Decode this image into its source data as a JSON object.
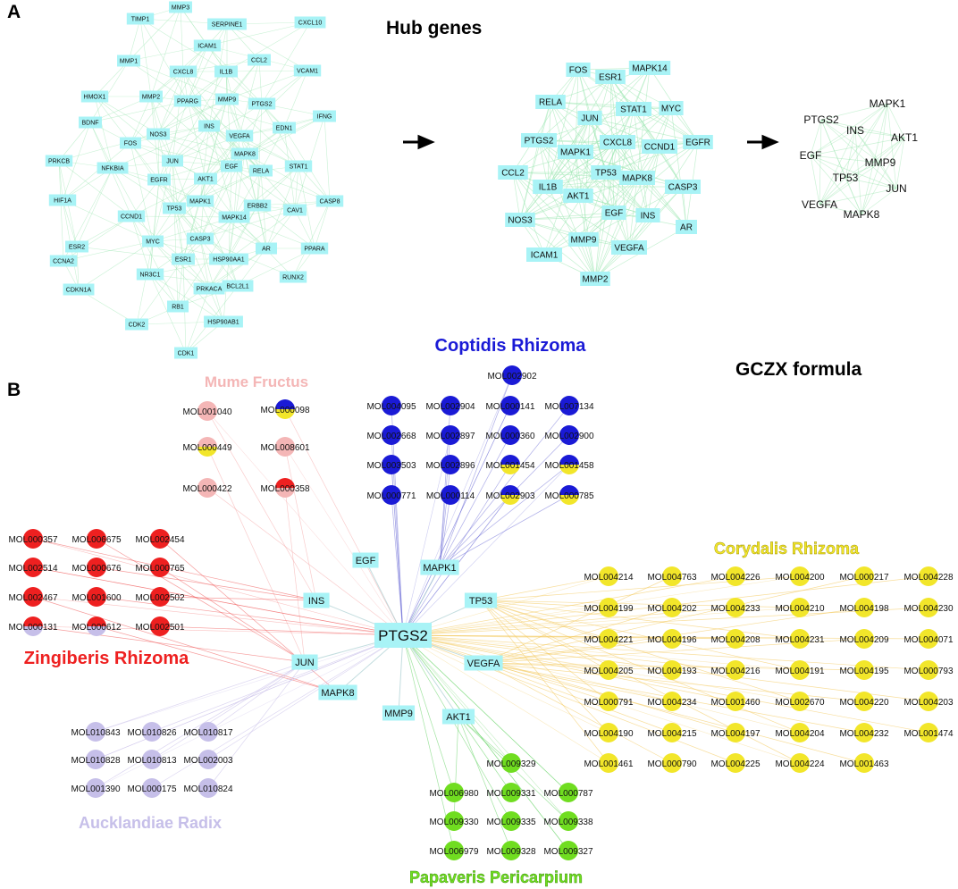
{
  "panelA": {
    "label": "A",
    "title": "Hub genes",
    "net1": [
      "MMP3",
      "TIMP1",
      "SERPINE1",
      "CXCL10",
      "ICAM1",
      "MMP1",
      "CCL2",
      "CXCL8",
      "IL1B",
      "VCAM1",
      "HMOX1",
      "MMP2",
      "PPARG",
      "MMP9",
      "PTGS2",
      "IFNG",
      "BDNF",
      "INS",
      "NOS3",
      "EDN1",
      "VEGFA",
      "FOS",
      "MAPK8",
      "PRKCB",
      "NFKBIA",
      "JUN",
      "EGF",
      "RELA",
      "STAT1",
      "EGFR",
      "AKT1",
      "HIF1A",
      "ERBB2",
      "CASP8",
      "MAPK1",
      "TP53",
      "CAV1",
      "CCND1",
      "MAPK14",
      "MYC",
      "CASP3",
      "ESR2",
      "AR",
      "PPARA",
      "CCNA2",
      "ESR1",
      "HSP90AA1",
      "NR3C1",
      "RUNX2",
      "CDKN1A",
      "PRKACA",
      "BCL2L1",
      "RB1",
      "CDK2",
      "HSP90AB1",
      "CDK1"
    ],
    "net2": [
      "FOS",
      "ESR1",
      "MAPK14",
      "RELA",
      "JUN",
      "STAT1",
      "MYC",
      "PTGS2",
      "CXCL8",
      "CCND1",
      "EGFR",
      "MAPK1",
      "CCL2",
      "TP53",
      "MAPK8",
      "IL1B",
      "CASP3",
      "AKT1",
      "EGF",
      "INS",
      "NOS3",
      "AR",
      "MMP9",
      "VEGFA",
      "ICAM1",
      "MMP2"
    ],
    "net3": [
      "MAPK1",
      "PTGS2",
      "INS",
      "AKT1",
      "EGF",
      "MMP9",
      "TP53",
      "JUN",
      "VEGFA",
      "MAPK8"
    ]
  },
  "panelB": {
    "label": "B",
    "formula": "GCZX formula",
    "center": "PTGS2",
    "targets": [
      "EGF",
      "MAPK1",
      "INS",
      "TP53",
      "JUN",
      "VEGFA",
      "MAPK8",
      "AKT1",
      "MMP9"
    ],
    "herbs": {
      "mume": {
        "name": "Mume Fructus",
        "color": "#f4b6b6"
      },
      "coptidis": {
        "name": "Coptidis Rhizoma",
        "color": "#1a1ad6"
      },
      "zingiberis": {
        "name": "Zingiberis Rhizoma",
        "color": "#ee2020"
      },
      "corydalis": {
        "name": "Corydalis Rhizoma",
        "color": "#f2e62a"
      },
      "aucklandiae": {
        "name": "Aucklandiae Radix",
        "color": "#c6bfe9"
      },
      "papaveris": {
        "name": "Papaveris Pericarpium",
        "color": "#70dd20"
      }
    },
    "mume_mols": [
      "MOL001040",
      "MOL000098",
      "MOL000449",
      "MOL008601",
      "MOL000422",
      "MOL000358"
    ],
    "coptidis_mols": [
      "MOL002902",
      "MOL004095",
      "MOL002904",
      "MOL000141",
      "MOL007134",
      "MOL002668",
      "MOL002897",
      "MOL000360",
      "MOL002900",
      "MOL003503",
      "MOL002896",
      "MOL001454",
      "MOL001458",
      "MOL000771",
      "MOL000114",
      "MOL002903",
      "MOL000785"
    ],
    "zingiberis_mols": [
      "MOL000357",
      "MOL006675",
      "MOL002454",
      "MOL002514",
      "MOL000676",
      "MOL000765",
      "MOL002467",
      "MOL001600",
      "MOL002502",
      "MOL000131",
      "MOL000612",
      "MOL002501"
    ],
    "corydalis_mols": [
      "MOL004214",
      "MOL004763",
      "MOL004226",
      "MOL004200",
      "MOL000217",
      "MOL004228",
      "MOL004199",
      "MOL004202",
      "MOL004233",
      "MOL004210",
      "MOL004198",
      "MOL004230",
      "MOL004221",
      "MOL004196",
      "MOL004208",
      "MOL004231",
      "MOL004209",
      "MOL004071",
      "MOL004205",
      "MOL004193",
      "MOL004216",
      "MOL004191",
      "MOL004195",
      "MOL000793",
      "MOL000791",
      "MOL004234",
      "MOL001460",
      "MOL002670",
      "MOL004220",
      "MOL004203",
      "MOL004190",
      "MOL004215",
      "MOL004197",
      "MOL004204",
      "MOL004232",
      "MOL001474",
      "MOL001461",
      "MOL000790",
      "MOL004225",
      "MOL004224",
      "MOL001463"
    ],
    "aucklandiae_mols": [
      "MOL010843",
      "MOL010826",
      "MOL010817",
      "MOL010828",
      "MOL010813",
      "MOL002003",
      "MOL001390",
      "MOL000175",
      "MOL010824"
    ],
    "papaveris_mols": [
      "MOL009329",
      "MOL006980",
      "MOL009331",
      "MOL000787",
      "MOL009330",
      "MOL009335",
      "MOL009338",
      "MOL006979",
      "MOL009328",
      "MOL009327"
    ]
  }
}
